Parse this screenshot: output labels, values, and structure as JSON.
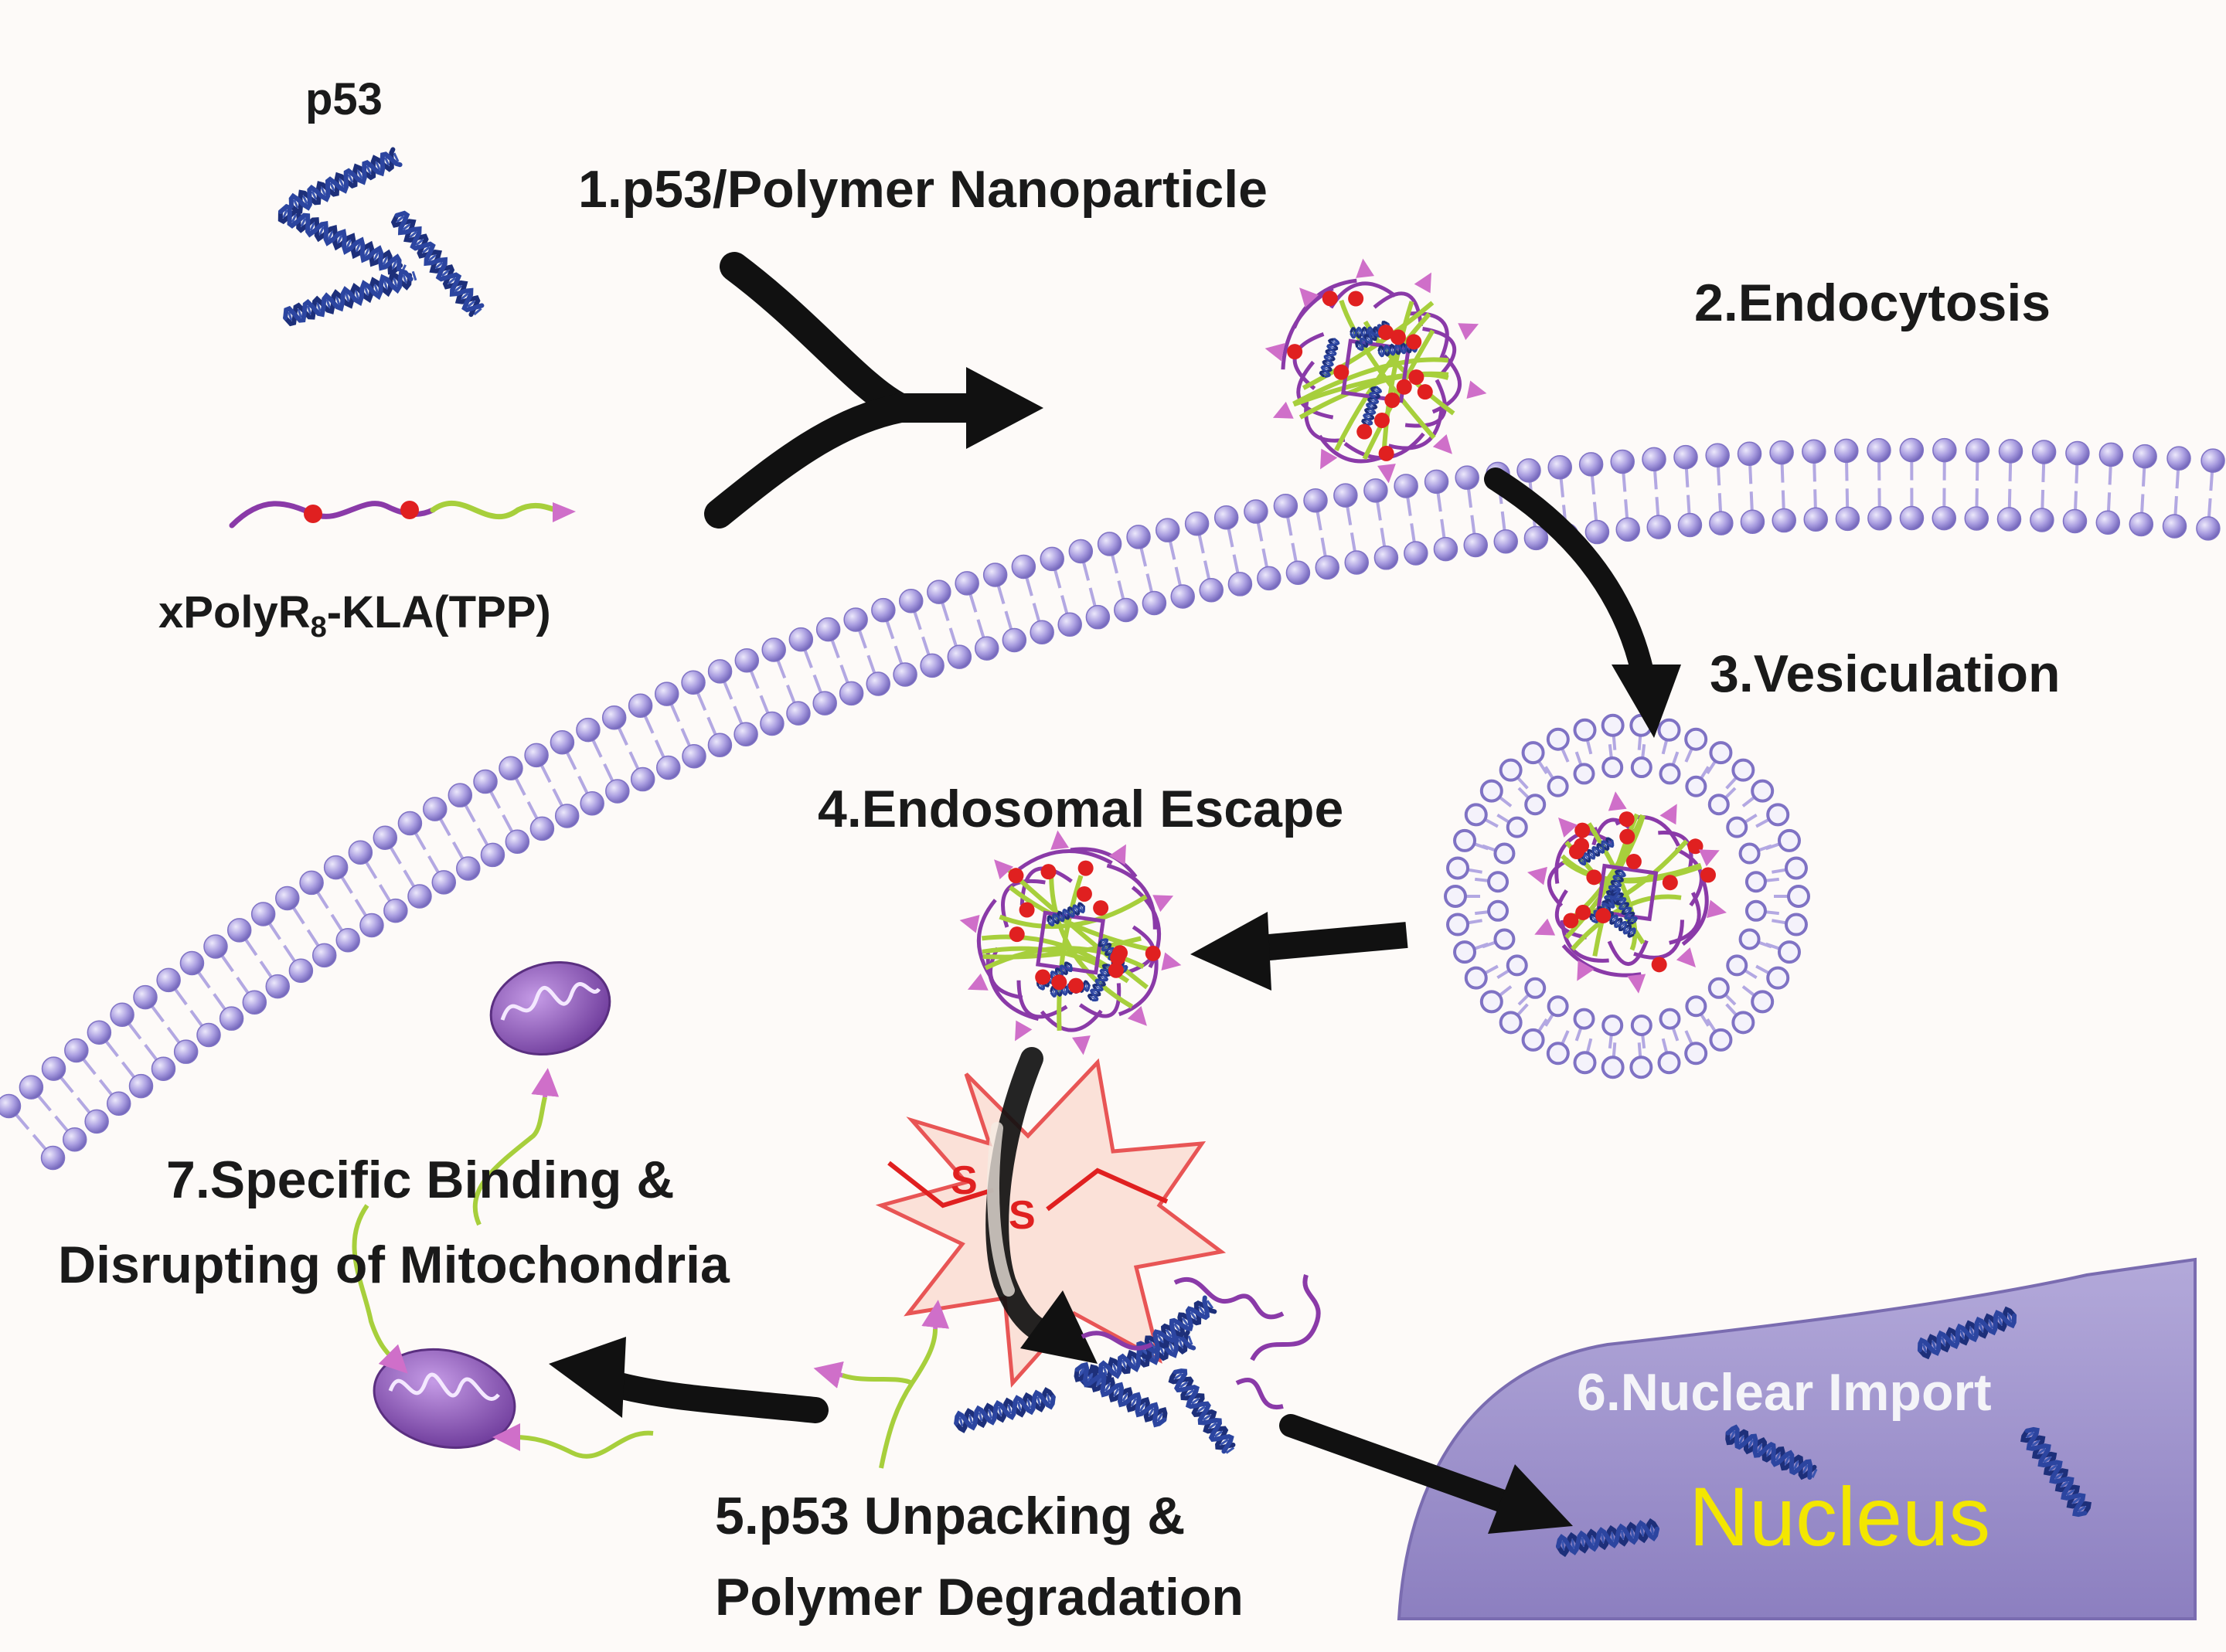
{
  "labels": {
    "p53": "p53",
    "polymer_prefix": "xPolyR",
    "polymer_sub": "8",
    "polymer_suffix": "-KLA(TPP)",
    "step1": "1.p53/Polymer Nanoparticle",
    "step2": "2.Endocytosis",
    "step3": "3.Vesiculation",
    "step4": "4.Endosomal Escape",
    "step5_line1": "5.p53 Unpacking &",
    "step5_line2": "Polymer Degradation",
    "step6": "6.Nuclear Import",
    "step7_line1": "7.Specific Binding &",
    "step7_line2": "Disrupting of Mitochondria",
    "nucleus": "Nucleus",
    "disulfide_s1": "S",
    "disulfide_s2": "S"
  },
  "colors": {
    "background": "#fdfaf8",
    "membrane_head": "#9c8fd6",
    "membrane_tail": "#b3a8e2",
    "dna": "#1d2f7a",
    "polymer_purple": "#8a3aa8",
    "polymer_green": "#a7cf3c",
    "linker_red": "#e02020",
    "tpp_pink": "#cf6fc9",
    "arrow": "#111111",
    "nucleus_fill": "#9a8fc7",
    "nucleus_text": "#f3e600",
    "nuclear_import_text": "#f4f4f8",
    "burst_stroke": "#e85555",
    "burst_fill": "#fbe1d8",
    "mitochondria": "#8a55b8"
  },
  "icons": {
    "dna": "dna-double-helix-icon",
    "nanoparticle": "polymer-nanoparticle-icon",
    "mitochondrion": "mitochondrion-icon",
    "disulfide": "disulfide-bond-burst-icon"
  }
}
